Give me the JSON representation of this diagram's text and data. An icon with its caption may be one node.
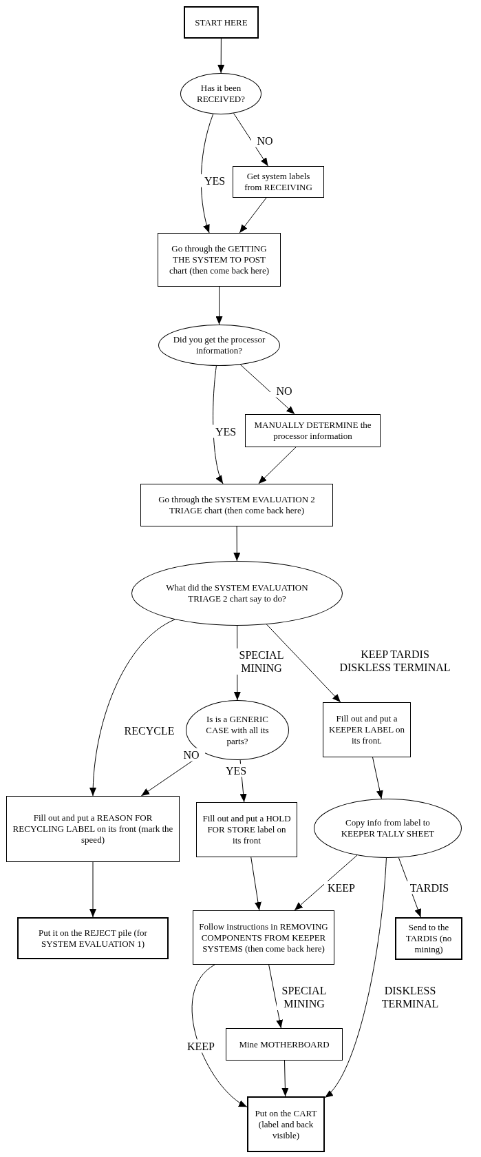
{
  "diagram": {
    "nodes": [
      {
        "text": [
          "START HERE"
        ]
      },
      {
        "text": [
          "Has it been RECEIVED?"
        ]
      },
      {
        "text": [
          "Get system labels from RECEIVING"
        ]
      },
      {
        "text": [
          "Go through the GETTING THE SYSTEM TO POST chart (then come back here)"
        ]
      },
      {
        "text": [
          "Did you get the processor information?"
        ]
      },
      {
        "text": [
          "MANUALLY DETERMINE the processor information"
        ]
      },
      {
        "text": [
          "Go through the SYSTEM EVALUATION 2 TRIAGE chart (then come back here)"
        ]
      },
      {
        "text": [
          "What did the SYSTEM EVALUATION TRIAGE 2 chart say to do?"
        ]
      },
      {
        "text": [
          "Is is a GENERIC CASE with all its parts?"
        ]
      },
      {
        "text": [
          "Fill out and put a KEEPER LABEL on its front."
        ]
      },
      {
        "text": [
          "Fill out and put a REASON FOR RECYCLING LABEL on its front (mark the speed)"
        ]
      },
      {
        "text": [
          "Fill out and put a HOLD FOR STORE label on its front"
        ]
      },
      {
        "text": [
          "Copy info from label to KEEPER TALLY SHEET"
        ]
      },
      {
        "text": [
          "Put it on the REJECT pile (for SYSTEM EVALUATION 1)"
        ]
      },
      {
        "text": [
          "Follow instructions in REMOVING COMPONENTS FROM KEEPER SYSTEMS (then come back here)"
        ]
      },
      {
        "text": [
          "Send to the TARDIS (no mining)"
        ]
      },
      {
        "text": [
          "Mine MOTHERBOARD"
        ]
      },
      {
        "text": [
          "Put on the CART (label and back visible)"
        ]
      }
    ],
    "edges": [
      {
        "from": 0,
        "to": 1,
        "arrow": "to"
      },
      {
        "from": 1,
        "to": 3,
        "arrow": "to",
        "label": "YES"
      },
      {
        "from": 1,
        "to": 2,
        "arrow": "to",
        "label": "NO"
      },
      {
        "from": 2,
        "to": 3,
        "arrow": "to"
      },
      {
        "from": 3,
        "to": 4,
        "arrow": "to"
      },
      {
        "from": 4,
        "to": 6,
        "arrow": "to",
        "label": "YES"
      },
      {
        "from": 4,
        "to": 5,
        "arrow": "to",
        "label": "NO"
      },
      {
        "from": 5,
        "to": 6,
        "arrow": "to"
      },
      {
        "from": 6,
        "to": 7,
        "arrow": "to"
      },
      {
        "from": 7,
        "to": 10,
        "arrow": "to",
        "label": "RECYCLE"
      },
      {
        "from": 7,
        "to": 8,
        "arrow": "to",
        "label": "SPECIAL MINING"
      },
      {
        "from": 7,
        "to": 9,
        "arrow": "to",
        "label": "KEEP TARDIS DISKLESS TERMINAL"
      },
      {
        "from": 8,
        "to": 10,
        "arrow": "to",
        "label": "NO"
      },
      {
        "from": 8,
        "to": 11,
        "arrow": "to",
        "label": "YES"
      },
      {
        "from": 9,
        "to": 12,
        "arrow": "to"
      },
      {
        "from": 10,
        "to": 13,
        "arrow": "to"
      },
      {
        "from": 11,
        "to": 14,
        "arrow": "to"
      },
      {
        "from": 12,
        "to": 14,
        "arrow": "to",
        "label": "KEEP"
      },
      {
        "from": 12,
        "to": 15,
        "arrow": "to",
        "label": "TARDIS"
      },
      {
        "from": 12,
        "to": 17,
        "arrow": "to",
        "label": "DISKLESS TERMINAL"
      },
      {
        "from": 14,
        "to": 16,
        "arrow": "to",
        "label": "SPECIAL MINING"
      },
      {
        "from": 14,
        "to": 17,
        "arrow": "to",
        "label": "KEEP"
      },
      {
        "from": 16,
        "to": 17,
        "arrow": "to"
      }
    ]
  }
}
